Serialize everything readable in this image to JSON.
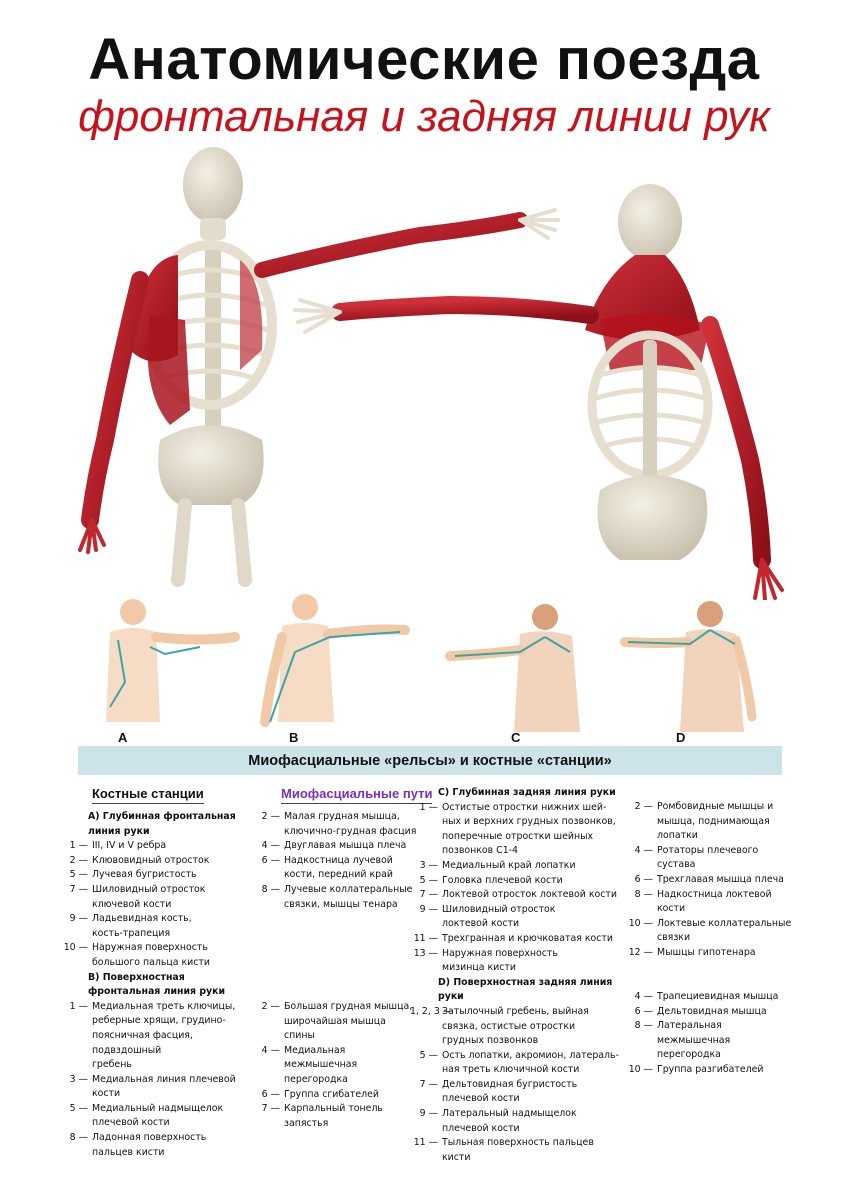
{
  "header": {
    "title": "Анатомические поезда",
    "subtitle": "фронтальная и задняя линии рук"
  },
  "colors": {
    "title": "#111111",
    "subtitle": "#c8121b",
    "muscle": "#b5121b",
    "line_teal": "#3aa5a5",
    "banner": "#cde3ea",
    "purple": "#7b2fbf"
  },
  "figures": {
    "labels": [
      "A",
      "B",
      "C",
      "D"
    ]
  },
  "banner": {
    "label": "Миофасциальные «рельсы» и костные «станции»"
  },
  "bony": {
    "heading": "Костные станции",
    "sec_a": "А) Глубинная фронтальная\nлиния руки",
    "a_items": [
      {
        "n": "1 —",
        "t": "III, IV и V ребра"
      },
      {
        "n": "2 —",
        "t": "Клювовидный отросток"
      },
      {
        "n": "5 —",
        "t": "Лучевая бугристость"
      },
      {
        "n": "7 —",
        "t": "Шиловидный отросток\nключевой кости"
      },
      {
        "n": "9 —",
        "t": "Ладьевидная кость,\nкость-трапеция"
      },
      {
        "n": "10 —",
        "t": "Наружная поверхность\nбольшого пальца кисти"
      }
    ],
    "sec_b": "В) Поверхностная\nфронтальная линия руки",
    "b_items": [
      {
        "n": "1 —",
        "t": "Медиальная треть ключицы,\nреберные хрящи, грудино-\nпоясничная фасция, подвздошный\nгребень"
      },
      {
        "n": "3 —",
        "t": "Медиальная линия плечевой кости"
      },
      {
        "n": "5 —",
        "t": "Медиальный надмыщелок\nплечевой кости"
      },
      {
        "n": "8 —",
        "t": "Ладонная поверхность\nпальцев кисти"
      }
    ]
  },
  "myo": {
    "heading": "Миофасциальные пути",
    "a_items": [
      {
        "n": "2 —",
        "t": "Малая грудная мышца,\nключично-грудная фасция"
      },
      {
        "n": "4 —",
        "t": "Двуглавая мышца плеча"
      },
      {
        "n": "6 —",
        "t": "Надкостница лучевой\nкости, передний край"
      },
      {
        "n": "8 —",
        "t": "Лучевые коллатеральные\nсвязки, мышцы тенара"
      }
    ],
    "b_items": [
      {
        "n": "2 —",
        "t": "Большая грудная мышца,\nширочайшая мышца спины"
      },
      {
        "n": "4 —",
        "t": "Медиальная межмышечная\nперегородка"
      },
      {
        "n": "6 —",
        "t": "Группа сгибателей"
      },
      {
        "n": "7 —",
        "t": "Карпальный тонель запястья"
      }
    ]
  },
  "back": {
    "sec_c": "С) Глубинная задняя линия руки",
    "c_left": [
      {
        "n": "1 —",
        "t": "Остистые отростки нижних шей-\nных и верхних грудных позвонков,\nпоперечные отростки шейных\nпозвонков С1-4"
      },
      {
        "n": "3 —",
        "t": "Медиальный край лопатки"
      },
      {
        "n": "5 —",
        "t": "Головка плечевой кости"
      },
      {
        "n": "7 —",
        "t": "Локтевой отросток локтевой кости"
      },
      {
        "n": "9 —",
        "t": "Шиловидный отросток\nлоктевой кости"
      },
      {
        "n": "11 —",
        "t": "Трехгранная и крючковатая кости"
      },
      {
        "n": "13 —",
        "t": "Наружная поверхность\nмизинца кисти"
      }
    ],
    "c_right": [
      {
        "n": "2 —",
        "t": "Ромбовидные мышцы и\nмышца, поднимающая\nлопатки"
      },
      {
        "n": "4 —",
        "t": "Ротаторы плечевого сустава"
      },
      {
        "n": "6 —",
        "t": "Трехглавая мышца плеча"
      },
      {
        "n": "8 —",
        "t": "Надкостница локтевой кости"
      },
      {
        "n": "10 —",
        "t": "Локтевые коллатеральные\nсвязки"
      },
      {
        "n": "12 —",
        "t": "Мышцы гипотенара"
      }
    ],
    "sec_d": "D) Поверхностная задняя линия руки",
    "d_left": [
      {
        "n": "1, 2, 3 —",
        "t": "Затылочный гребень, выйная\nсвязка, остистые отростки\nгрудных позвонков"
      },
      {
        "n": "5 —",
        "t": "Ость лопатки, акромион, латераль-\nная треть ключичной кости"
      },
      {
        "n": "7 —",
        "t": "Дельтовидная бугристость\nплечевой кости"
      },
      {
        "n": "9 —",
        "t": "Латеральный надмыщелок\nплечевой кости"
      },
      {
        "n": "11 —",
        "t": "Тыльная поверхность пальцев кисти"
      }
    ],
    "d_right": [
      {
        "n": "4 —",
        "t": "Трапециевидная мышца"
      },
      {
        "n": "6 —",
        "t": "Дельтовидная мышца"
      },
      {
        "n": "8 —",
        "t": "Латеральная межмышечная\nперегородка"
      },
      {
        "n": "10 —",
        "t": "Группа разгибателей"
      }
    ]
  }
}
